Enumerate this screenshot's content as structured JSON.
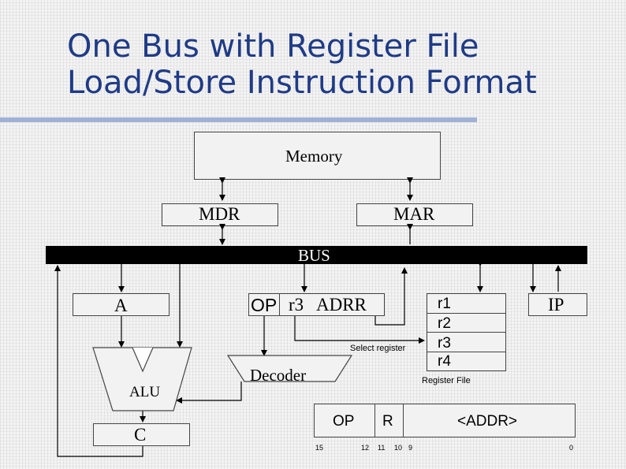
{
  "slide": {
    "title_line1": "One Bus with Register File",
    "title_line2": "Load/Store Instruction Format"
  },
  "diagram": {
    "memory": "Memory",
    "mdr": "MDR",
    "mar": "MAR",
    "bus": "BUS",
    "reg_a": "A",
    "ir_op": "OP",
    "ir_reg": "r3",
    "ir_addr": "ADRR",
    "ip": "IP",
    "alu": "ALU",
    "reg_c": "C",
    "decoder": "Decoder",
    "select_register": "Select register",
    "register_file": "Register File",
    "registers": [
      "r1",
      "r2",
      "r3",
      "r4"
    ]
  },
  "format": {
    "fields": [
      "OP",
      "R",
      "<ADDR>"
    ],
    "bits": [
      "15",
      "12",
      "11",
      "10",
      "9",
      "0"
    ]
  },
  "colors": {
    "title": "#1f3b86",
    "underline": "#9fb1d4",
    "bus": "#000000",
    "box_fill": "#f2f2f2"
  }
}
